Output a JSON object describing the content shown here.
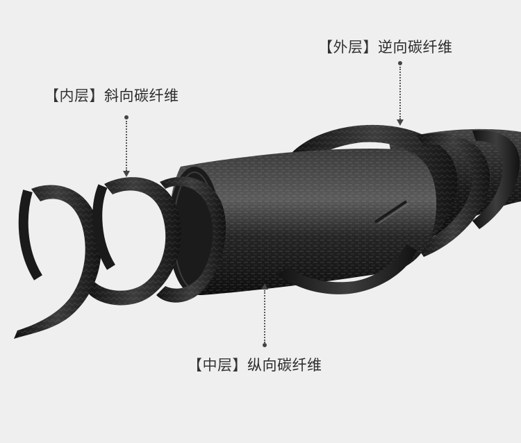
{
  "labels": {
    "outer": {
      "bracket_open": "【",
      "tag": "外层",
      "bracket_close": "】",
      "text": "逆向碳纤维"
    },
    "inner": {
      "bracket_open": "【",
      "tag": "内层",
      "bracket_close": "】",
      "text": "斜向碳纤维"
    },
    "middle": {
      "bracket_open": "【",
      "tag": "中层",
      "bracket_close": "】",
      "text": "纵向碳纤维"
    }
  },
  "colors": {
    "background": "#efefef",
    "carbon_dark": "#141414",
    "carbon_mid": "#2c2c2c",
    "carbon_highlight": "#5a5a5a",
    "text": "#2a2a2a"
  }
}
